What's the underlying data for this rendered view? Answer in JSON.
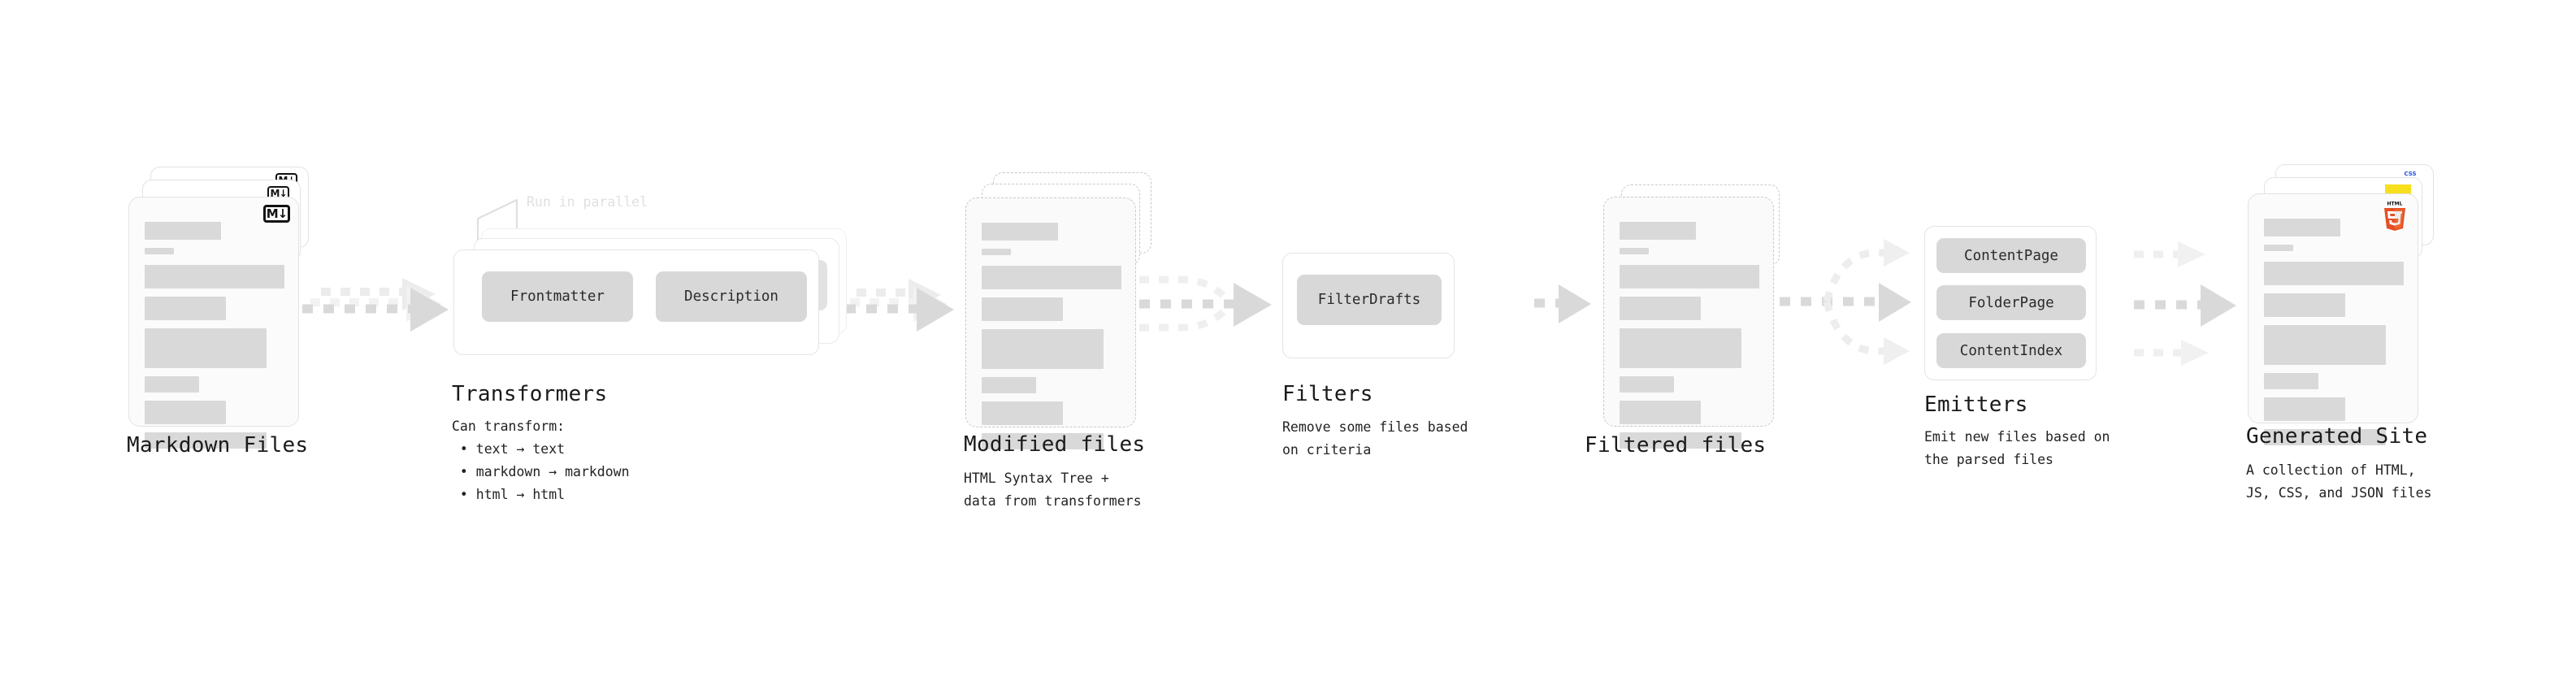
{
  "diagram": {
    "title_text_color": "#1a1a1a",
    "accent_colors": {
      "bar_gray": "#d9d9d9",
      "chip_gray": "#d8d8d8",
      "arrow_gray": "#d4d4d4",
      "dashed_border": "#c9c9c9",
      "html5_orange": "#e34f26",
      "js_yellow": "#f7df1e",
      "css_blue": "#264de4"
    }
  },
  "stages": [
    {
      "id": "markdown-files",
      "title": "Markdown Files",
      "subtitle": "",
      "badge": "M↓",
      "badge_icon_name": "markdown-icon"
    },
    {
      "id": "transformers",
      "title": "Transformers",
      "subtitle": "Can transform:\n • text → text\n • markdown → markdown\n • html → html",
      "parallel_note": "Run in parallel",
      "chips": [
        "Frontmatter",
        "Description"
      ]
    },
    {
      "id": "modified-files",
      "title": "Modified files",
      "subtitle": "HTML Syntax Tree +\ndata from transformers"
    },
    {
      "id": "filters",
      "title": "Filters",
      "subtitle": "Remove some files based\non criteria",
      "chips": [
        "FilterDrafts"
      ]
    },
    {
      "id": "filtered-files",
      "title": "Filtered files",
      "subtitle": ""
    },
    {
      "id": "emitters",
      "title": "Emitters",
      "subtitle": "Emit new files based on\nthe parsed files",
      "chips": [
        "ContentPage",
        "FolderPage",
        "ContentIndex"
      ]
    },
    {
      "id": "generated-site",
      "title": "Generated Site",
      "subtitle": "A collection of HTML,\nJS, CSS, and JSON files",
      "badges": [
        "HTML",
        "5",
        "CSS"
      ]
    }
  ],
  "doc_bars": [
    {
      "w": 94,
      "h": 22
    },
    {
      "w": 36,
      "h": 8
    },
    {
      "w": 172,
      "h": 29
    },
    {
      "w": 100,
      "h": 29
    },
    {
      "w": 150,
      "h": 49
    },
    {
      "w": 67,
      "h": 20
    },
    {
      "w": 100,
      "h": 29
    },
    {
      "w": 150,
      "h": 20
    }
  ],
  "arrows": {
    "markdown_to_transformers": "dashed-arrow-stacked",
    "transformers_to_modified": "dashed-arrow-stacked",
    "modified_to_filters": "dashed-arrow-merge",
    "filters_to_filtered": "dashed-arrow-single",
    "filtered_to_emitters": "dashed-arrow-fan",
    "emitters_to_site": "dashed-arrow-triple"
  }
}
